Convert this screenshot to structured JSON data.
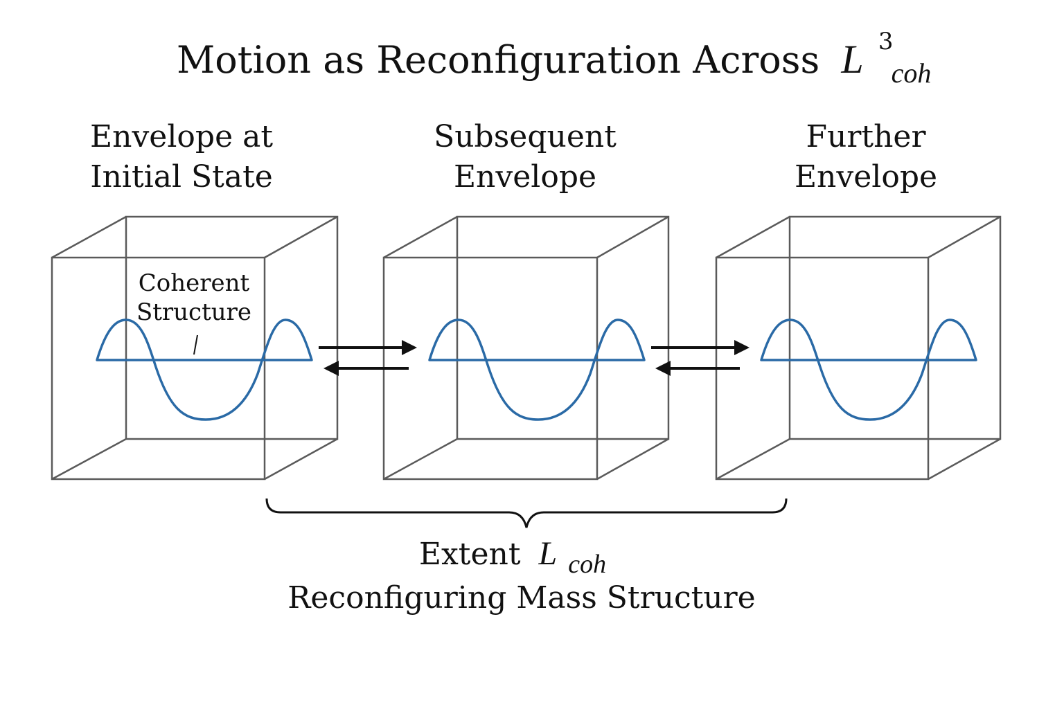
{
  "title": {
    "main": "Motion as Reconfiguration Across",
    "symbol": "L",
    "superscript": "3",
    "subscript": "coh"
  },
  "panels": [
    {
      "label_line1": "Envelope at",
      "label_line2": "Initial State"
    },
    {
      "label_line1": "Subsequent",
      "label_line2": "Envelope"
    },
    {
      "label_line1": "Further",
      "label_line2": "Envelope"
    }
  ],
  "annotation": {
    "line1": "Coherent",
    "line2": "Structure"
  },
  "bottom": {
    "extent_word": "Extent",
    "symbol": "L",
    "subscript": "coh",
    "line2": "Reconfiguring Mass Structure"
  },
  "colors": {
    "wave": "#2a6aa6",
    "box": "#5a5a5a",
    "arrow": "#111111"
  }
}
